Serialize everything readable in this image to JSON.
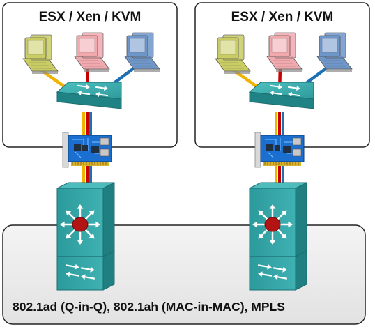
{
  "hosts": [
    {
      "title": "ESX / Xen / KVM",
      "vm_icons": [
        "computer-icon",
        "computer-icon",
        "computer-icon"
      ]
    },
    {
      "title": "ESX / Xen / KVM",
      "vm_icons": [
        "computer-icon",
        "computer-icon",
        "computer-icon"
      ]
    }
  ],
  "vm_colors": [
    "#c9cc62",
    "#f2a9ae",
    "#6f96c9"
  ],
  "link_colors": [
    "#f0b400",
    "#c80000",
    "#1f6fb5"
  ],
  "device_color": "#2f9ea0",
  "nic_color": "#1a6fd0",
  "core": {
    "caption": "802.1ad (Q-in-Q), 802.1ah (MAC-in-MAC), MPLS"
  }
}
